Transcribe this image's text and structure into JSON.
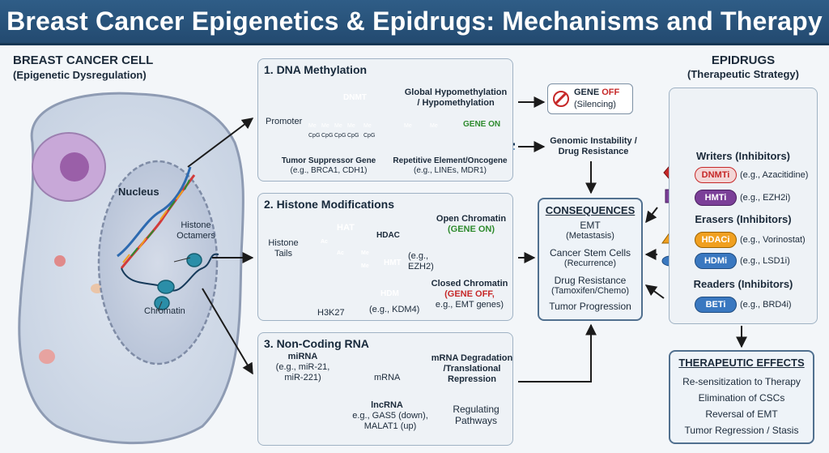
{
  "title": "Breast Cancer Epigenetics & Epidrugs: Mechanisms and Therapy",
  "cell": {
    "heading": "BREAST CANCER CELL",
    "subheading": "(Epigenetic Dysregulation)",
    "nucleus": "Nucleus",
    "histone_octamers": "Histone\nOctamers",
    "chromatin": "Chromatin"
  },
  "methylation": {
    "title": "1. DNA Methylation",
    "dnmt": "DNMT",
    "promoter": "Promoter",
    "me": "Me",
    "cpg": "CpG",
    "global": "Global Hypomethylation\n/ Hypomethylation",
    "gene_on": "GENE ON",
    "tsg": "Tumor Suppressor Gene",
    "tsg_eg": "(e.g., BRCA1, CDH1)",
    "rep": "Repetitive Element/Oncogene",
    "rep_eg": "(e.g., LINEs, MDR1)",
    "gene_off_a": "GENE ",
    "gene_off_b": "OFF",
    "silencing": "(Silencing)",
    "instability": "Genomic Instability /\nDrug Resistance"
  },
  "histone": {
    "title": "2. Histone Modifications",
    "hat": "HAT",
    "hdac": "HDAC",
    "ac": "Ac",
    "me": "Me",
    "histone_tails": "Histone\nTails",
    "hmt": "HMT",
    "hmt_eg": "(e.g.,\nEZH2)",
    "hdm": "HDM",
    "hdm_eg": "(e.g., KDM4)",
    "h3k27": "H3K27",
    "open": "Open Chromatin",
    "open_on": "(GENE ON)",
    "closed": "Closed Chromatin",
    "closed_off_a": "(GENE OFF,",
    "closed_off_b": "e.g., EMT genes)"
  },
  "ncrna": {
    "title": "3. Non-Coding RNA",
    "mirna": "miRNA",
    "mirna_eg": "(e.g., miR-21,\nmiR-221)",
    "mrna": "mRNA",
    "deg": "mRNA Degradation\n/Translational\nRepression",
    "lncrna": "lncRNA",
    "lncrna_eg": "e.g., GAS5 (down),\nMALAT1 (up)",
    "reg": "Regulating\nPathways"
  },
  "consequences": {
    "heading": "CONSEQUENCES",
    "items": [
      {
        "main": "EMT",
        "sub": "(Metastasis)"
      },
      {
        "main": "Cancer Stem Cells",
        "sub": "(Recurrence)"
      },
      {
        "main": "Drug Resistance",
        "sub": "(Tamoxifen/Chemo)"
      },
      {
        "main": "Tumor Progression",
        "sub": ""
      }
    ]
  },
  "epidrugs": {
    "heading": "EPIDRUGS",
    "subheading": "(Therapeutic Strategy)",
    "writers": "Writers (Inhibitors)",
    "dnmti": "DNMTi",
    "dnmti_eg": "(e.g., Azacitidine)",
    "hmti": "HMTi",
    "hmti_eg": "(e.g., EZH2i)",
    "erasers": "Erasers (Inhibitors)",
    "hdaci": "HDACi",
    "hdaci_eg": "(e.g., Vorinostat)",
    "hdmi": "HDMi",
    "hdmi_eg": "(e.g., LSD1i)",
    "readers": "Readers (Inhibitors)",
    "beti": "BETi",
    "beti_eg": "(e.g., BRD4i)"
  },
  "therapeutic": {
    "heading": "THERAPEUTIC EFFECTS",
    "items": [
      "Re-sensitization to Therapy",
      "Elimination of CSCs",
      "Reversal of EMT",
      "Tumor Regression / Stasis"
    ]
  },
  "colors": {
    "title_bg": "#2a5580",
    "dnmt_red": "#c62828",
    "gene_green": "#2e8b2e",
    "hat_green": "#3f9b3f",
    "hdac_orange": "#f0a020",
    "hmt_purple": "#7b3f98",
    "hdm_blue": "#3a78c0",
    "nucleosome": "#2b8ea8"
  }
}
